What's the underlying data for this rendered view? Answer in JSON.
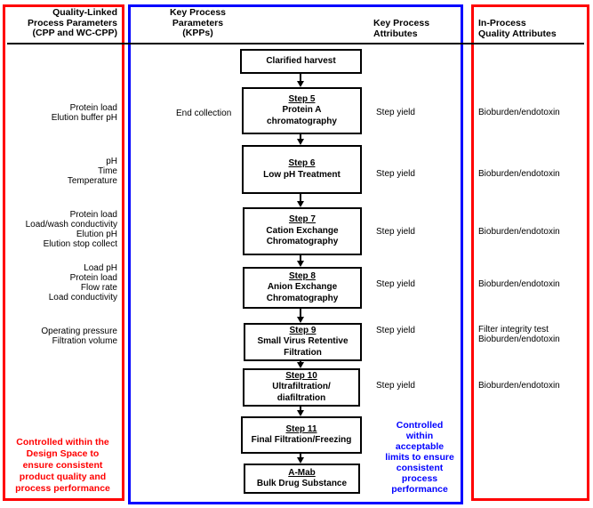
{
  "colors": {
    "panel_red": "#ff0000",
    "panel_blue": "#0000ff",
    "box_border": "#000000",
    "note_red": "#ff0000",
    "note_blue": "#0000ff"
  },
  "headers": {
    "quality_linked": "Quality-Linked\nProcess Parameters\n(CPP and WC-CPP)",
    "key_process_parameters": "Key Process\nParameters\n(KPPs)",
    "key_process_attributes": "Key Process\nAttributes",
    "in_process_quality": "In-Process\nQuality Attributes"
  },
  "flow": [
    {
      "heading": "",
      "label": "Clarified harvest"
    },
    {
      "heading": "Step 5",
      "label": "Protein A\nchromatography"
    },
    {
      "heading": "Step 6",
      "label": "Low pH Treatment"
    },
    {
      "heading": "Step 7",
      "label": "Cation Exchange\nChromatography"
    },
    {
      "heading": "Step 8",
      "label": "Anion Exchange\nChromatography"
    },
    {
      "heading": "Step 9",
      "label": "Small Virus Retentive\nFiltration"
    },
    {
      "heading": "Step 10",
      "label": "Ultrafiltration/\ndiafiltration"
    },
    {
      "heading": "Step 11",
      "label": "Final Filtration/Freezing"
    },
    {
      "heading": "A-Mab",
      "label": "Bulk Drug Substance"
    }
  ],
  "left_params": [
    "Protein load\nElution buffer pH",
    "pH\nTime\nTemperature",
    "Protein load\nLoad/wash conductivity\nElution pH\nElution stop collect",
    "Load pH\nProtein load\nFlow rate\nLoad conductivity",
    "Operating pressure\nFiltration volume"
  ],
  "kpp_labels": [
    "End collection"
  ],
  "step_yields": [
    "Step yield",
    "Step yield",
    "Step yield",
    "Step yield",
    "Step yield",
    "Step yield"
  ],
  "ipqa_labels": [
    "Bioburden/endotoxin",
    "Bioburden/endotoxin",
    "Bioburden/endotoxin",
    "Bioburden/endotoxin",
    "Filter integrity test\nBioburden/endotoxin",
    "Bioburden/endotoxin"
  ],
  "notes": {
    "design_space": "Controlled within the\nDesign Space to\nensure consistent\nproduct quality and\nprocess performance",
    "acceptable_limits": "Controlled\nwithin\nacceptable\nlimits to ensure\nconsistent\nprocess\nperformance"
  }
}
